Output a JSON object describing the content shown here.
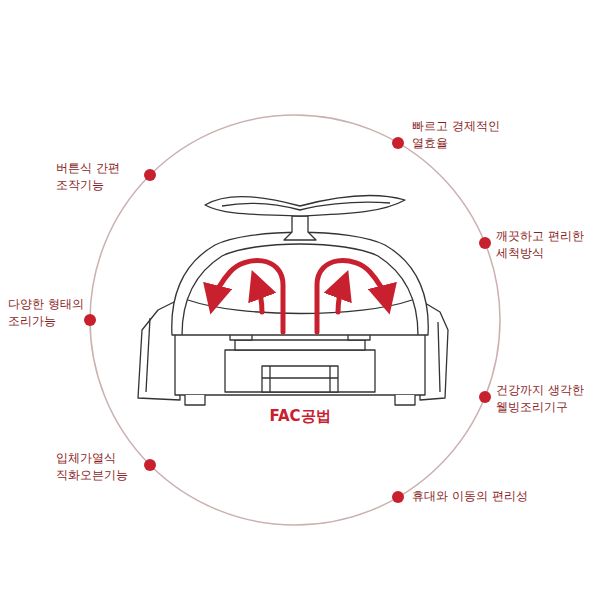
{
  "diagram": {
    "labels": [
      "빠르고 경제적인 열효율",
      "깨끗하고 편리한 세척방식",
      "건강까지 생각한 웰빙조리기구",
      "휴대와 이동의 편리성",
      "입체가열식 직화오븐기능",
      "다양한 형태의 조리가능",
      "버튼식 간편 조작기능",
      "FAC공법"
    ]
  }
}
